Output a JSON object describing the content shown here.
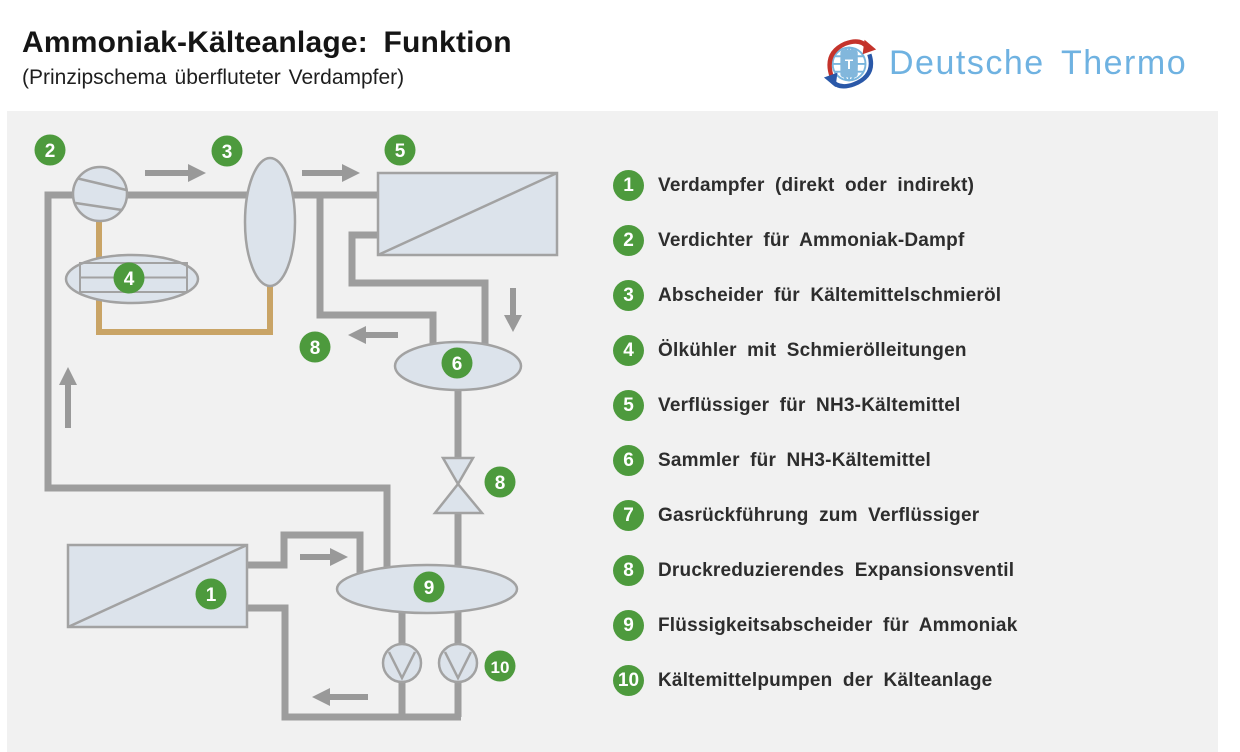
{
  "header": {
    "title": "Ammoniak-Kälteanlage: Funktion",
    "subtitle": "(Prinzipschema überfluteter Verdampfer)"
  },
  "logo": {
    "name": "Deutsche Thermo",
    "monogram": "T"
  },
  "diagram": {
    "badges": [
      "2",
      "3",
      "5",
      "4",
      "8",
      "6",
      "8",
      "1",
      "9",
      "10"
    ]
  },
  "legend": {
    "items": [
      {
        "number": "1",
        "label": "Verdampfer (direkt oder indirekt)"
      },
      {
        "number": "2",
        "label": "Verdichter für Ammoniak-Dampf"
      },
      {
        "number": "3",
        "label": "Abscheider für Kältemittelschmieröl"
      },
      {
        "number": "4",
        "label": "Ölkühler mit Schmierölleitungen"
      },
      {
        "number": "5",
        "label": "Verflüssiger für NH3-Kältemittel"
      },
      {
        "number": "6",
        "label": "Sammler für NH3-Kältemittel"
      },
      {
        "number": "7",
        "label": "Gasrückführung zum Verflüssiger"
      },
      {
        "number": "8",
        "label": "Druckreduzierendes Expansionsventil"
      },
      {
        "number": "9",
        "label": "Flüssigkeitsabscheider für Ammoniak"
      },
      {
        "number": "10",
        "label": "Kältemittelpumpen der Kälteanlage"
      }
    ]
  },
  "colors": {
    "badge_green": "#4d9a3d",
    "pipe_gray": "#9d9d9d",
    "oil_pipe_brown": "#c9a466",
    "vessel_fill": "#dce3eb",
    "vessel_stroke": "#a2a2a2",
    "panel_background": "#f1f1f1",
    "logo_blue": "#6fb2e1",
    "logo_red": "#c4332b",
    "logo_navy": "#2a58a8"
  }
}
